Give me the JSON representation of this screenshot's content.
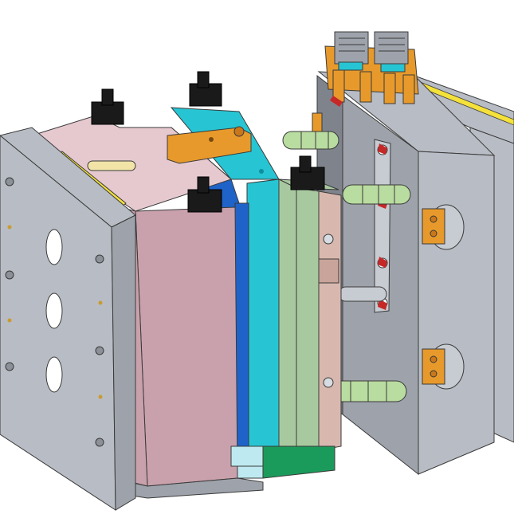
{
  "scene": {
    "subject": "injection-mold-assembly",
    "colors": {
      "background": "#ffffff",
      "steel_light": "#b8bcc4",
      "steel_face": "#9ea3ab",
      "steel_dark": "#7f848c",
      "plate_pink": "#c9a1ac",
      "plate_pink_light": "#e6c9cf",
      "plate_cyan": "#27c5d3",
      "plate_blue": "#1f63c9",
      "plate_green": "#a8c9a0",
      "plate_green_dark": "#1b9b5b",
      "plate_beige": "#d8b8ae",
      "pin_green": "#b9dca0",
      "accent_orange": "#e79a2b",
      "block_black": "#1a1a1a",
      "rail_yellow": "#f4e13a",
      "edge": "#3a3a3a"
    },
    "pillars": 6,
    "side_blocks": 2,
    "black_clamps": 4
  }
}
